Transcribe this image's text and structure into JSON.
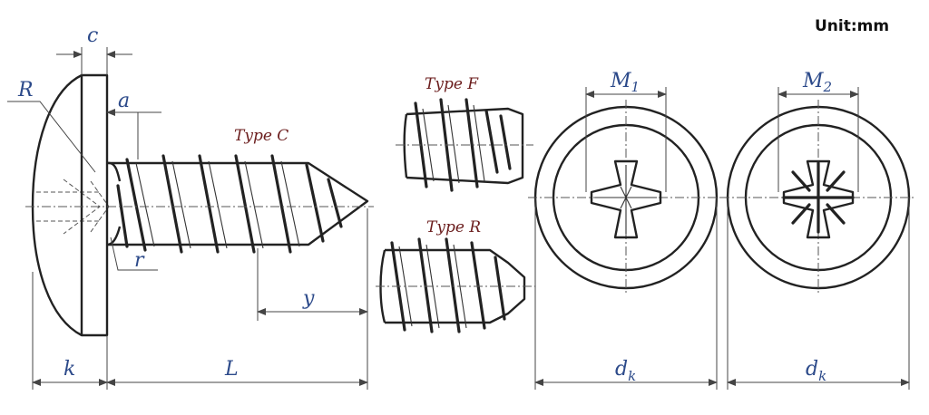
{
  "unit_label": "Unit:mm",
  "type_labels": {
    "type_c": "Type C",
    "type_f": "Type F",
    "type_r": "Type R"
  },
  "dimension_labels": {
    "c": "c",
    "R": "R",
    "a": "a",
    "r": "r",
    "y": "y",
    "k": "k",
    "L": "L",
    "M1_base": "M",
    "M1_sub": "1",
    "M2_base": "M",
    "M2_sub": "2",
    "dk1_base": "d",
    "dk1_sub": "k",
    "dk2_base": "d",
    "dk2_sub": "k"
  }
}
